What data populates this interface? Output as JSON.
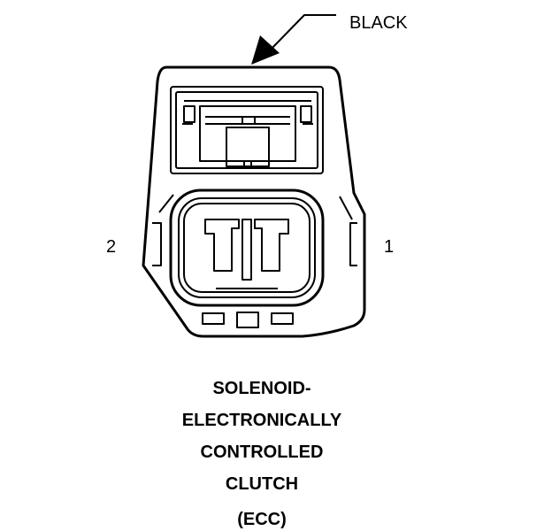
{
  "connector": {
    "color_label": "BLACK",
    "pins": {
      "left": "2",
      "right": "1"
    },
    "title_lines": [
      "SOLENOID-",
      "ELECTRONICALLY",
      "CONTROLLED",
      "CLUTCH"
    ],
    "abbreviation": "(ECC)"
  },
  "colors": {
    "line": "#000000",
    "background": "#ffffff"
  }
}
